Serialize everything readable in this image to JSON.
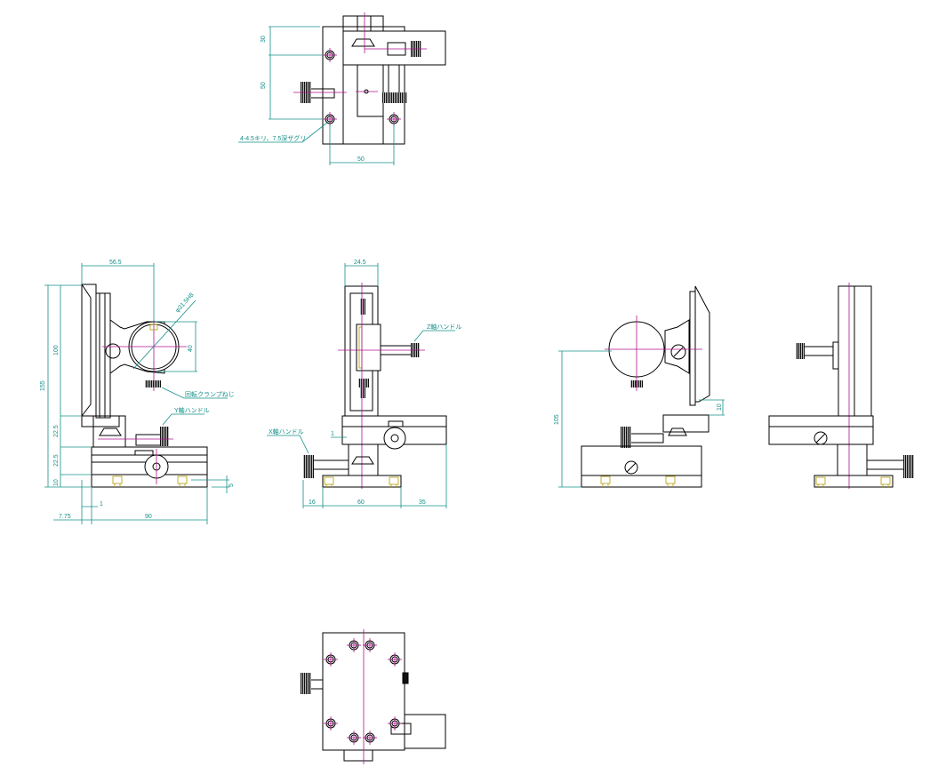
{
  "colors": {
    "outline": "#000000",
    "centerline": "#b0138f",
    "dimension": "#14908a",
    "hidden": "#b39b00"
  },
  "top_view": {
    "dims": {
      "pitch_upper": "30",
      "pitch_lower": "50",
      "hole_spacing": "50"
    },
    "hole_note": "4-4.5キリ、7.5深ザグリ"
  },
  "front_view": {
    "dims": {
      "width_top": "56.5",
      "overall_height": "155",
      "column_height": "100",
      "y_stage_height": "22.5",
      "x_stage_height": "22.5",
      "base_height": "10",
      "offset": "7.75",
      "gap": "1",
      "base_width": "90",
      "foot": "5",
      "ring_dia": "40",
      "bore": "φ31.5H8"
    },
    "labels": {
      "clamp": "回転クランプねじ",
      "y_handle": "Y軸ハンドル"
    }
  },
  "side_view": {
    "dims": {
      "column_width": "24.5",
      "gap": "1",
      "left": "16",
      "base": "60",
      "right": "35"
    },
    "labels": {
      "z_handle": "Z軸ハンドル",
      "x_handle": "X軸ハンドル"
    }
  },
  "rear_view": {
    "dims": {
      "center_height": "105",
      "step": "10"
    }
  }
}
